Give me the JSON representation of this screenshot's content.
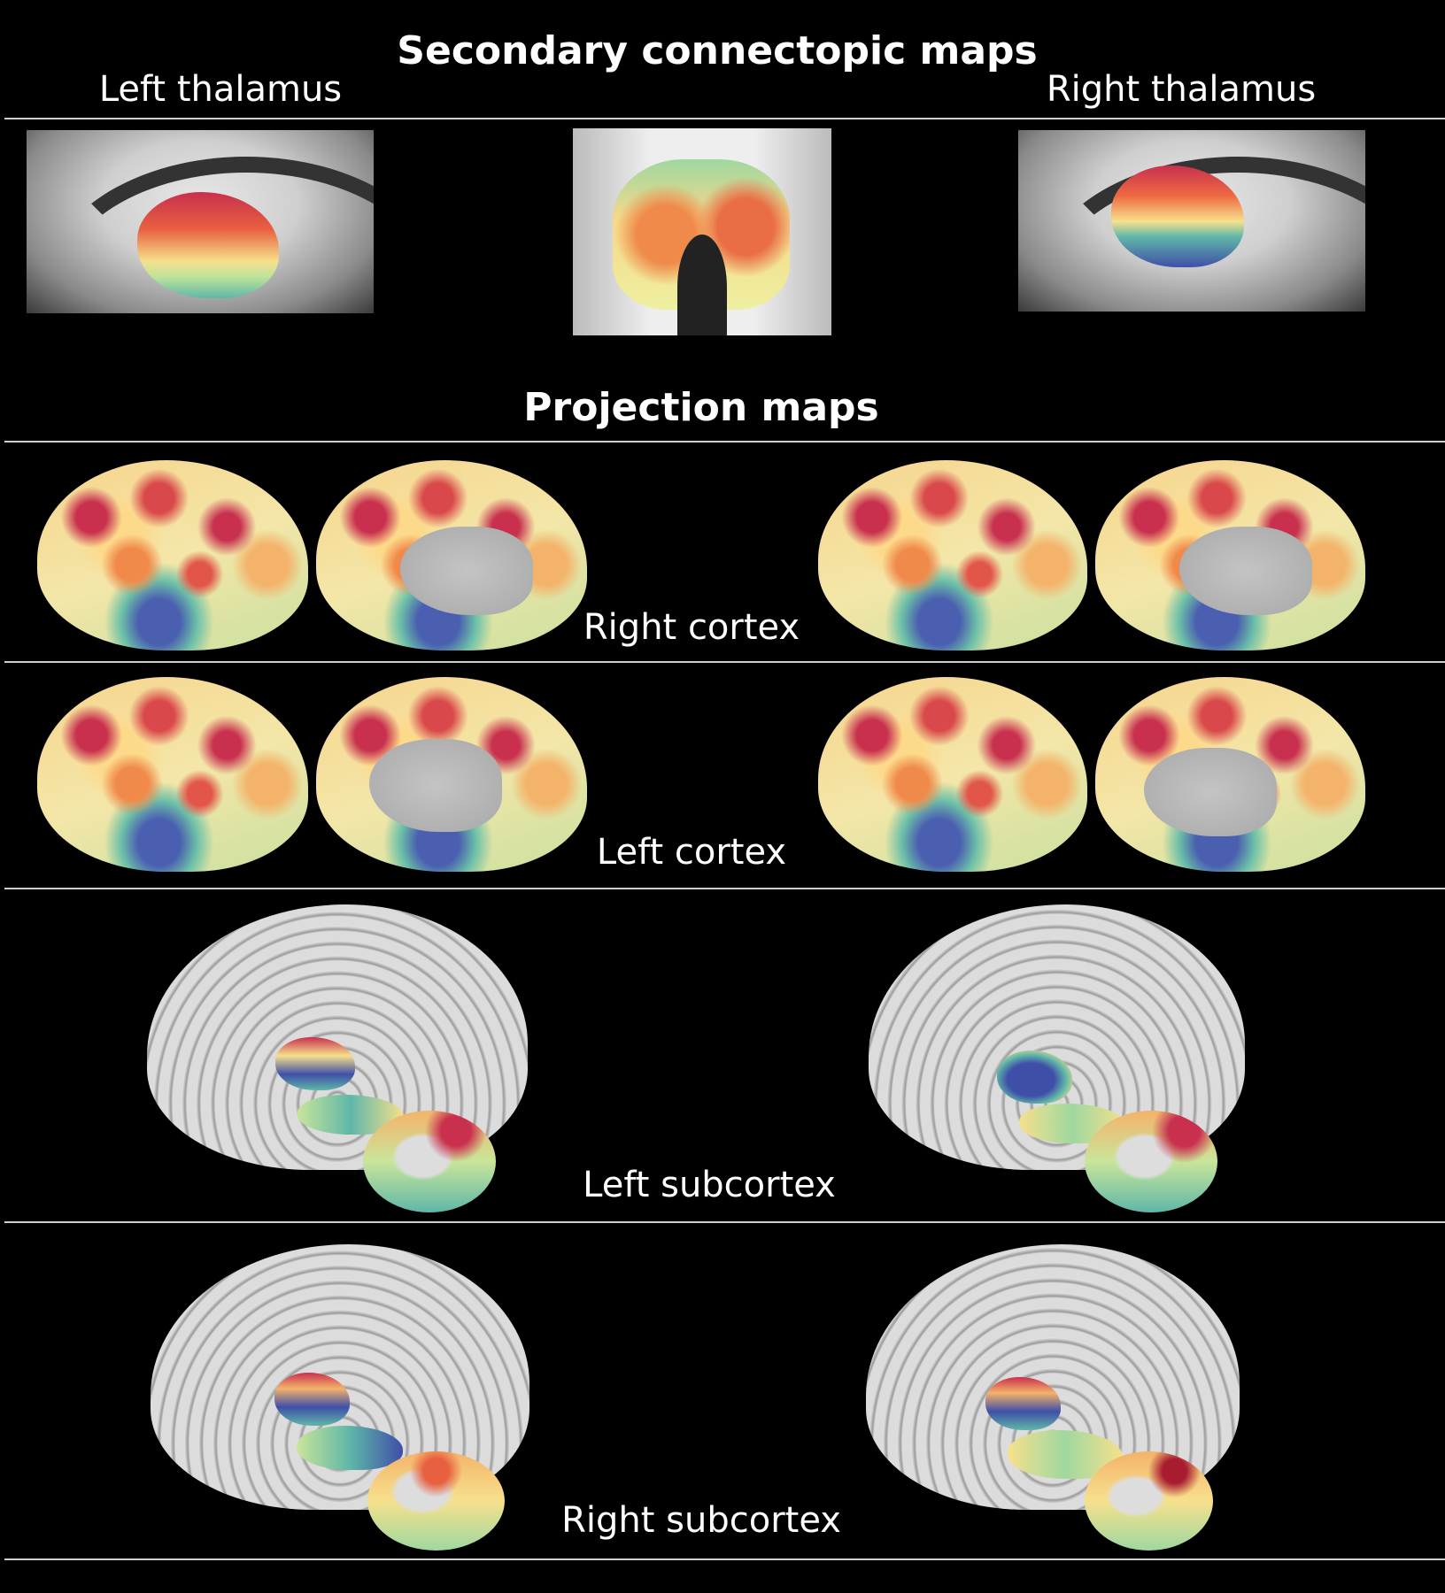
{
  "secondary": {
    "title": "Secondary connectopic maps",
    "left_label": "Left thalamus",
    "right_label": "Right thalamus"
  },
  "projection": {
    "title": "Projection maps",
    "rows": [
      {
        "label": "Right cortex"
      },
      {
        "label": "Left cortex"
      },
      {
        "label": "Left subcortex"
      },
      {
        "label": "Right subcortex"
      }
    ]
  },
  "colors": {
    "high": "#c8304e",
    "mid": "#f6e6a0",
    "low": "#3f4fa8"
  }
}
